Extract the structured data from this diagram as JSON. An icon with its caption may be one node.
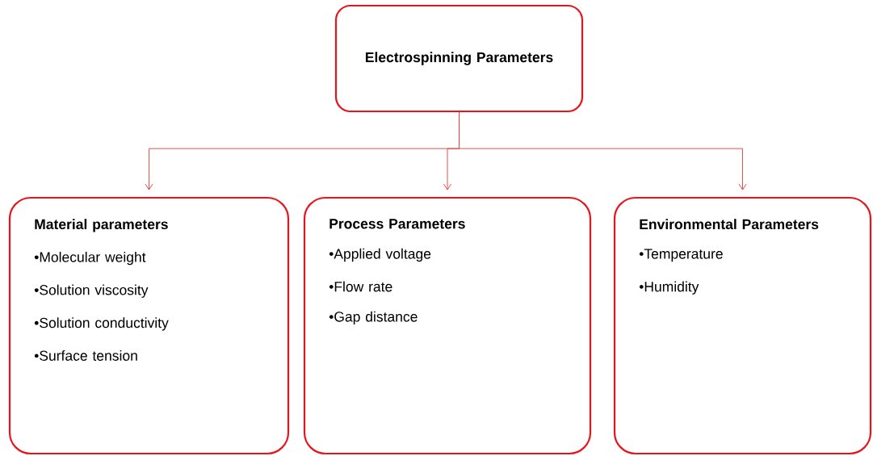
{
  "diagram": {
    "nodes": [
      {
        "text": [
          "Electrospinning Parameters"
        ]
      },
      {
        "text": [
          "Material parameters",
          "•Molecular weight",
          "•Solution viscosity",
          "•Solution conductivity",
          "•Surface tension"
        ]
      },
      {
        "text": [
          "Process Parameters",
          "•Applied voltage",
          "•Flow rate",
          "•Gap distance"
        ]
      },
      {
        "text": [
          "Environmental Parameters",
          "•Temperature",
          "•Humidity"
        ]
      }
    ],
    "edges": [
      {
        "from": 0,
        "to": 1,
        "arrow": "to"
      },
      {
        "from": 0,
        "to": 2,
        "arrow": "to"
      },
      {
        "from": 0,
        "to": 3,
        "arrow": "to"
      }
    ]
  }
}
